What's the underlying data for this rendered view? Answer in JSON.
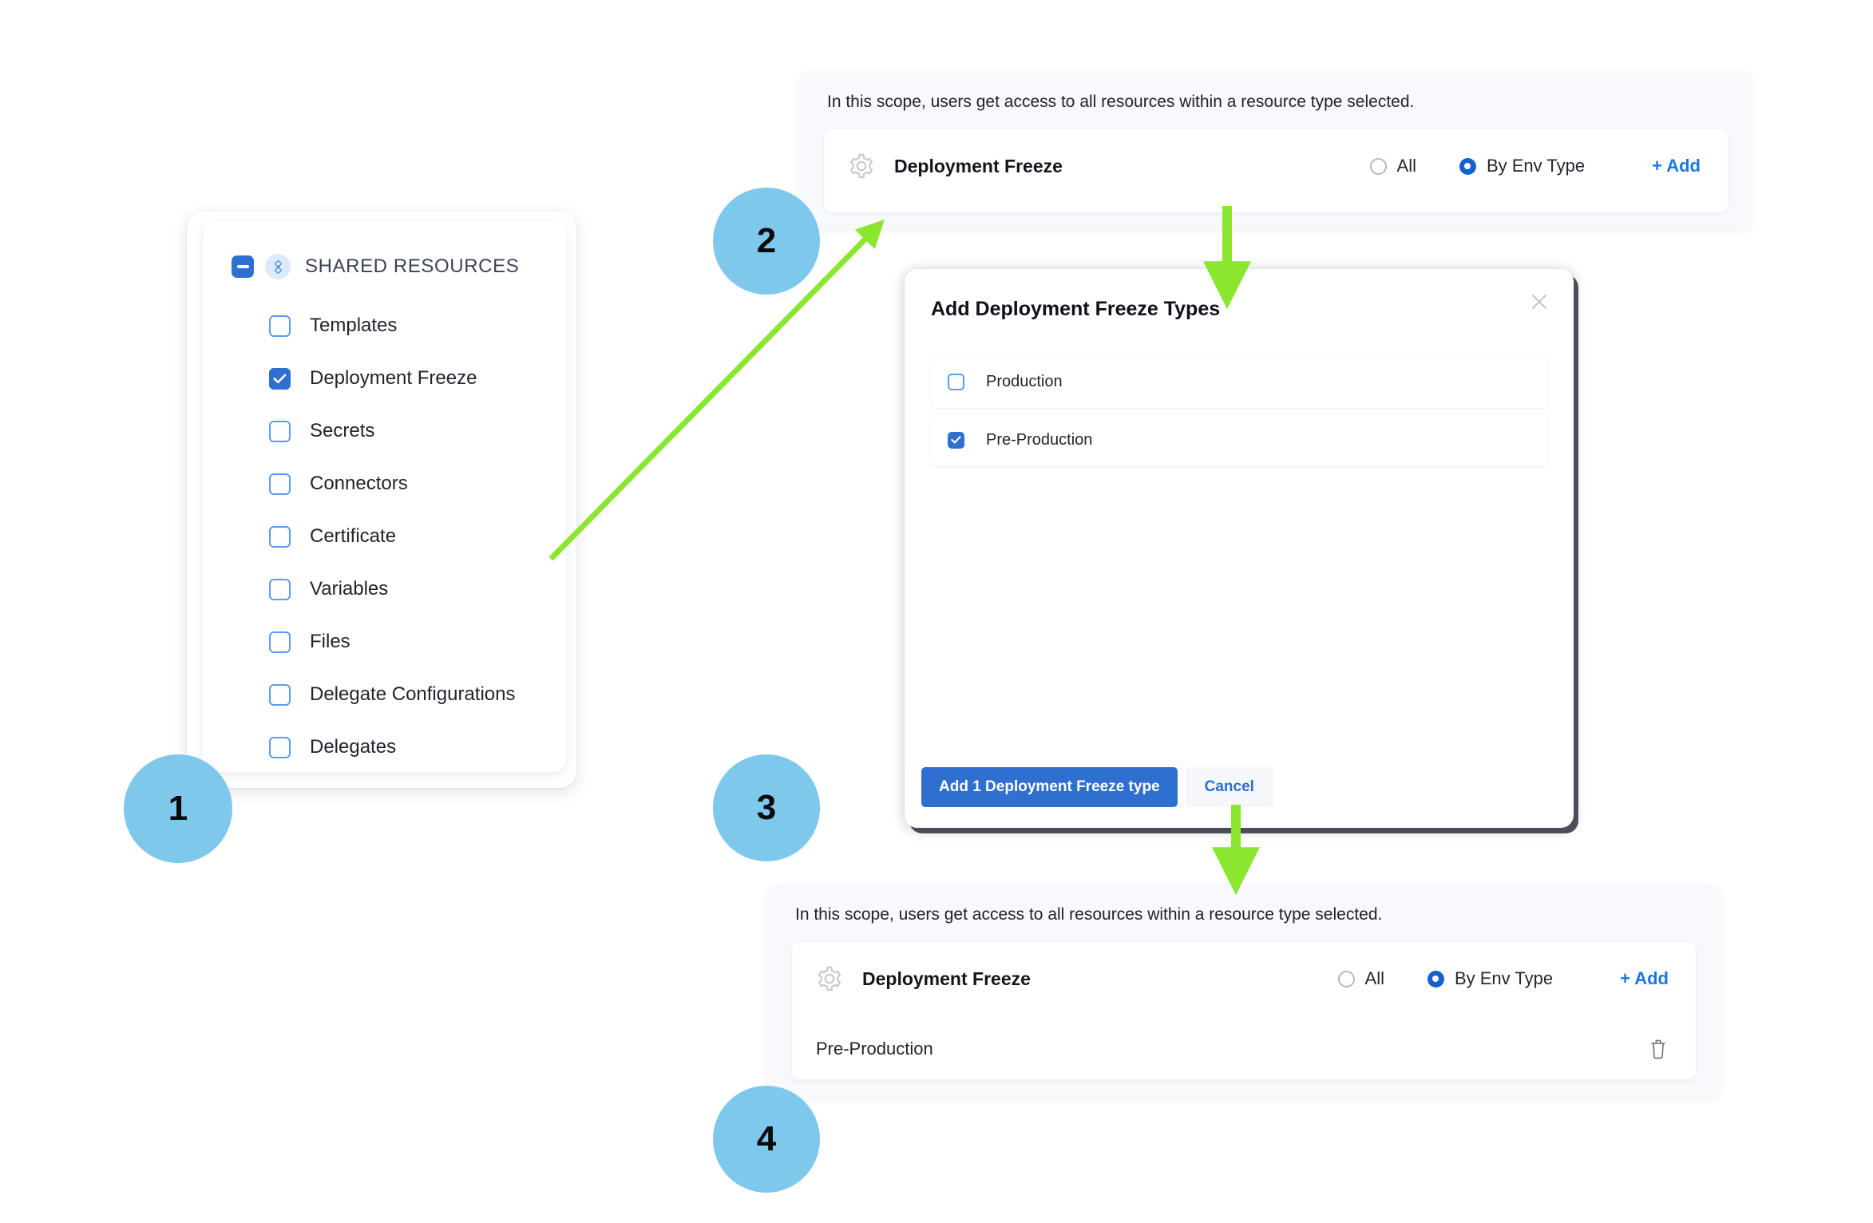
{
  "steps": [
    {
      "number": "1"
    },
    {
      "number": "2"
    },
    {
      "number": "3"
    },
    {
      "number": "4"
    }
  ],
  "resource_tree": {
    "header": {
      "label": "SHARED RESOURCES",
      "checkbox_state": "indeterminate",
      "collapse_icon": "minus-icon",
      "type_icon": "shared-resources-icon"
    },
    "items": [
      {
        "label": "Templates",
        "checked": false
      },
      {
        "label": "Deployment Freeze",
        "checked": true
      },
      {
        "label": "Secrets",
        "checked": false
      },
      {
        "label": "Connectors",
        "checked": false
      },
      {
        "label": "Certificate",
        "checked": false
      },
      {
        "label": "Variables",
        "checked": false
      },
      {
        "label": "Files",
        "checked": false
      },
      {
        "label": "Delegate Configurations",
        "checked": false
      },
      {
        "label": "Delegates",
        "checked": false
      }
    ]
  },
  "scope_panel_top": {
    "note": "In this scope, users get access to all resources within a resource type selected.",
    "resource": {
      "icon": "gear-icon",
      "title": "Deployment Freeze"
    },
    "radios": [
      {
        "label": "All",
        "selected": false
      },
      {
        "label": "By Env Type",
        "selected": true
      }
    ],
    "add_label": "+ Add",
    "selected_types": []
  },
  "modal": {
    "title": "Add Deployment Freeze Types",
    "close_icon": "close-icon",
    "options": [
      {
        "label": "Production",
        "checked": false
      },
      {
        "label": "Pre-Production",
        "checked": true
      }
    ],
    "primary_button": "Add 1 Deployment Freeze type",
    "secondary_button": "Cancel"
  },
  "scope_panel_bottom": {
    "note": "In this scope, users get access to all resources within a resource type selected.",
    "resource": {
      "icon": "gear-icon",
      "title": "Deployment Freeze"
    },
    "radios": [
      {
        "label": "All",
        "selected": false
      },
      {
        "label": "By Env Type",
        "selected": true
      }
    ],
    "add_label": "+ Add",
    "selected_types": [
      {
        "label": "Pre-Production",
        "delete_icon": "trash-icon"
      }
    ]
  },
  "colors": {
    "accent_blue": "#2f6fd0",
    "link_blue": "#1878e0",
    "badge_blue": "#7ec8ec",
    "arrow_green": "#8ae62e",
    "panel_bg": "#f8f9fc"
  }
}
